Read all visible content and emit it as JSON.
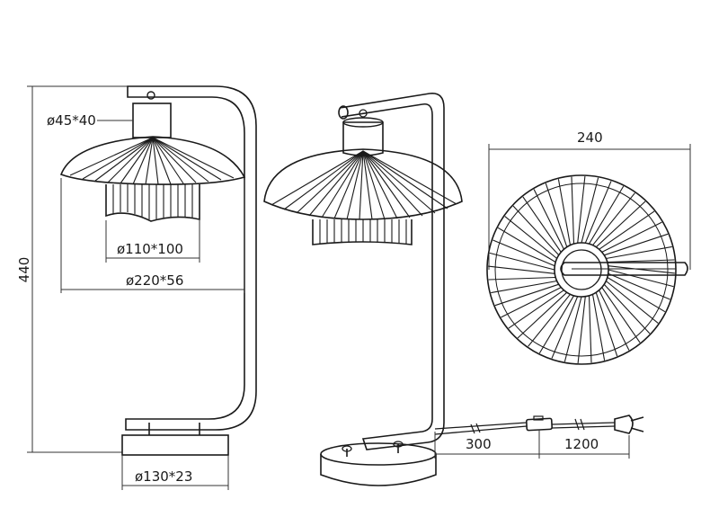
{
  "dimensions": {
    "shade_top": "ø45*40",
    "shade_inner": "ø110*100",
    "shade_outer": "ø220*56",
    "total_height": "440",
    "base": "ø130*23",
    "top_view_width": "240",
    "cord_length_1": "300",
    "cord_length_2": "1200"
  },
  "colors": {
    "line": "#1a1a1a",
    "background": "#ffffff"
  },
  "icons": [
    "plug-icon",
    "switch-icon"
  ]
}
